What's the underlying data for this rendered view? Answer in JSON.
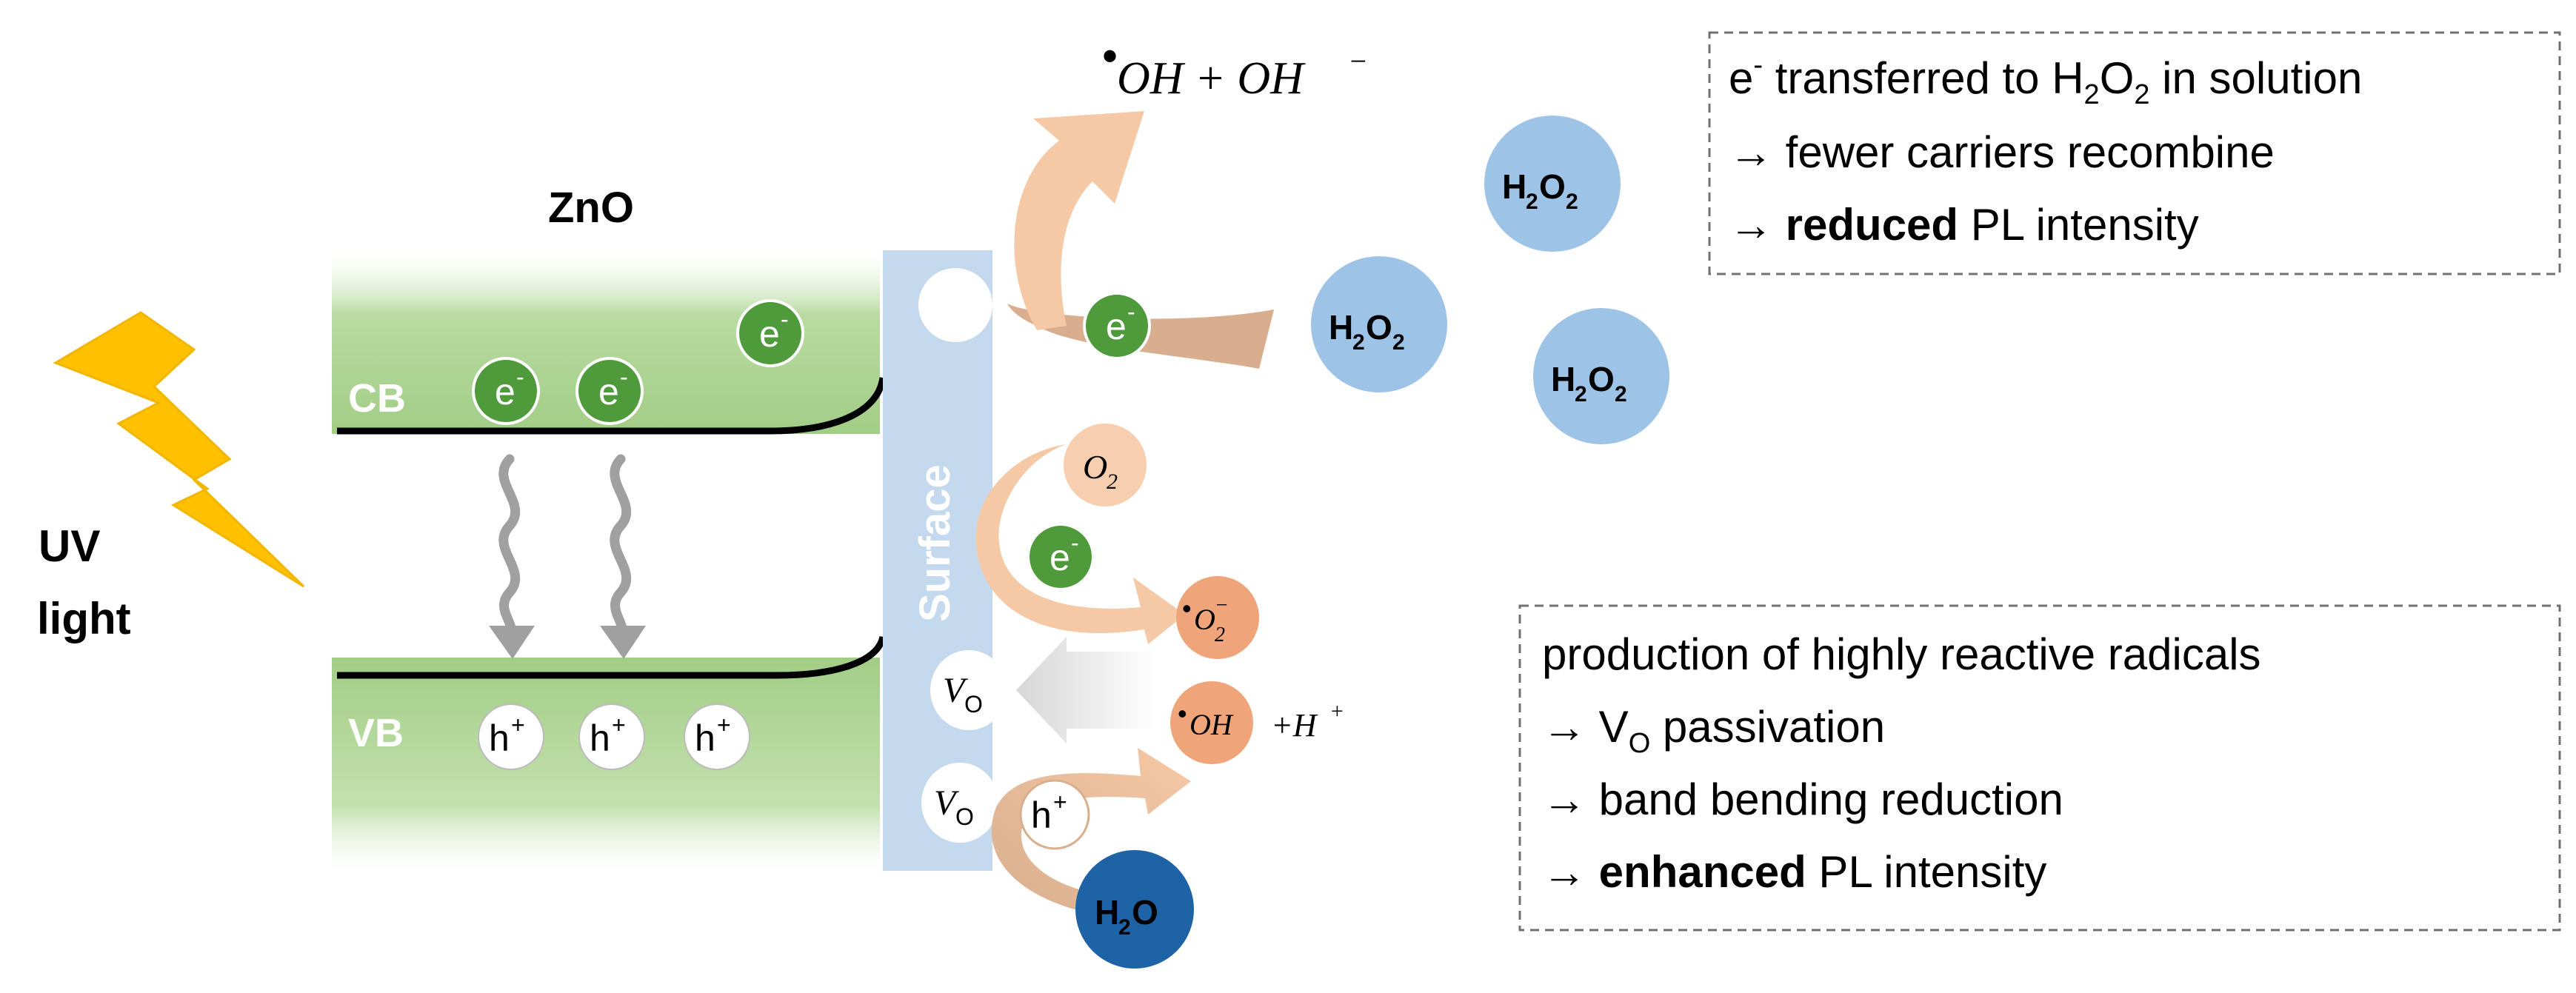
{
  "colors": {
    "green_band": "#a6d08c",
    "electron": "#4f9a3b",
    "surface_bar": "#c5d9ee",
    "h2o2_circle": "#9dc3e6",
    "h2o_circle": "#1f63a7",
    "arrow_peach": "#f6c9a6",
    "arrow_tan": "#d8ae8e",
    "radical_orange": "#f0a47a",
    "o2_peach": "#f8cfae",
    "lightning": "#ffc000",
    "wavy_gray": "#a0a0a0"
  },
  "labels": {
    "zno": "ZnO",
    "uv": "UV",
    "light": "light",
    "cb": "CB",
    "vb": "VB",
    "surface": "Surface",
    "electron": "e",
    "electron_sup": "-",
    "hole": "h",
    "hole_sup": "+",
    "h2o2_h": "H",
    "h2o2_sub1": "2",
    "h2o2_o": "O",
    "h2o2_sub2": "2",
    "h2o_h": "H",
    "h2o_sub": "2",
    "h2o_o": "O",
    "o2_o": "O",
    "o2_sub": "2",
    "superoxide_o": "O",
    "superoxide_sub": "2",
    "superoxide_sup": "−",
    "radical_dot": "•",
    "oh": "OH",
    "vo_v": "V",
    "vo_sub": "O",
    "plus_h": "+H",
    "plus_h_sup": "+",
    "top_formula_main": "OH + OH",
    "top_formula_sup": "−"
  },
  "box_top": {
    "line1_e": "e",
    "line1_sup": "-",
    "line1_rest": " transferred to H",
    "line1_sub1": "2",
    "line1_o": "O",
    "line1_sub2": "2",
    "line1_end": " in solution",
    "line2": "→ fewer carriers recombine",
    "line3_arrow": "→ ",
    "line3_bold": "reduced",
    "line3_rest": " PL intensity"
  },
  "box_bottom": {
    "line1": "production of highly reactive radicals",
    "line2_pre": "→ V",
    "line2_sub": "O",
    "line2_rest": " passivation",
    "line3": "→ band bending reduction",
    "line4_arrow": "→ ",
    "line4_bold": "enhanced",
    "line4_rest": " PL intensity"
  }
}
